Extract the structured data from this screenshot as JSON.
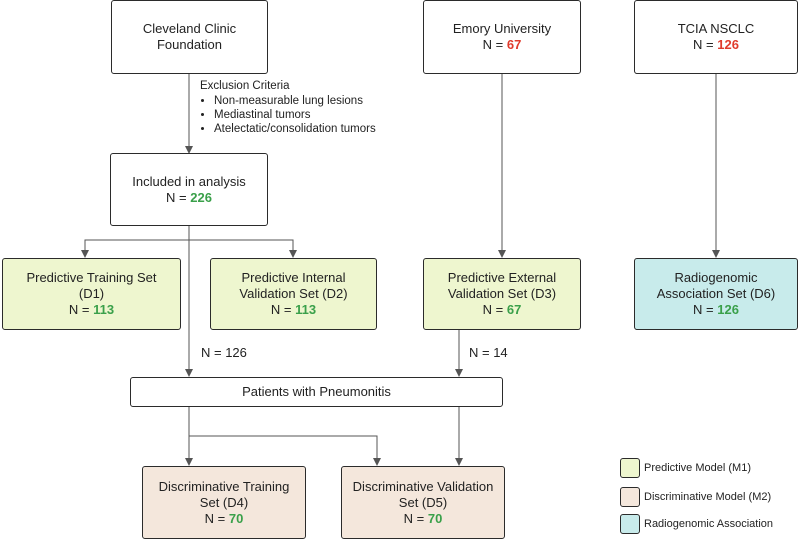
{
  "colors": {
    "predictive": "#eef6cf",
    "discriminative": "#f4e7dc",
    "radiogenomic": "#c8ebeb",
    "count_red": "#e03b2c",
    "count_green": "#3aa04a"
  },
  "nodes": {
    "ccf": {
      "title": "Cleveland Clinic Foundation"
    },
    "emory": {
      "title": "Emory University",
      "n_prefix": "N = ",
      "n": "67"
    },
    "tcia": {
      "title": "TCIA NSCLC",
      "n_prefix": "N = ",
      "n": "126"
    },
    "included": {
      "title": "Included in analysis",
      "n_prefix": "N = ",
      "n": "226"
    },
    "d1": {
      "title": "Predictive Training Set (D1)",
      "n_prefix": "N = ",
      "n": "113"
    },
    "d2": {
      "title": "Predictive Internal Validation Set (D2)",
      "n_prefix": "N = ",
      "n": "113"
    },
    "d3": {
      "title": "Predictive External Validation Set (D3)",
      "n_prefix": "N = ",
      "n": "67"
    },
    "d6": {
      "title": "Radiogenomic Association Set (D6)",
      "n_prefix": "N = ",
      "n": "126"
    },
    "pneumonitis": {
      "title": "Patients with Pneumonitis"
    },
    "d4": {
      "title": "Discriminative Training Set (D4)",
      "n_prefix": "N = ",
      "n": "70"
    },
    "d5": {
      "title": "Discriminative Validation Set (D5)",
      "n_prefix": "N = ",
      "n": "70"
    }
  },
  "exclusion": {
    "heading": "Exclusion Criteria",
    "items": [
      "Non-measurable lung lesions",
      "Mediastinal tumors",
      "Atelectatic/consolidation tumors"
    ]
  },
  "edge_labels": {
    "internal": "N = 126",
    "external": "N = 14"
  },
  "legend": [
    {
      "label": "Predictive Model (M1)",
      "color": "#eef6cf"
    },
    {
      "label": "Discriminative Model (M2)",
      "color": "#f4e7dc"
    },
    {
      "label": "Radiogenomic Association",
      "color": "#c8ebeb"
    }
  ]
}
